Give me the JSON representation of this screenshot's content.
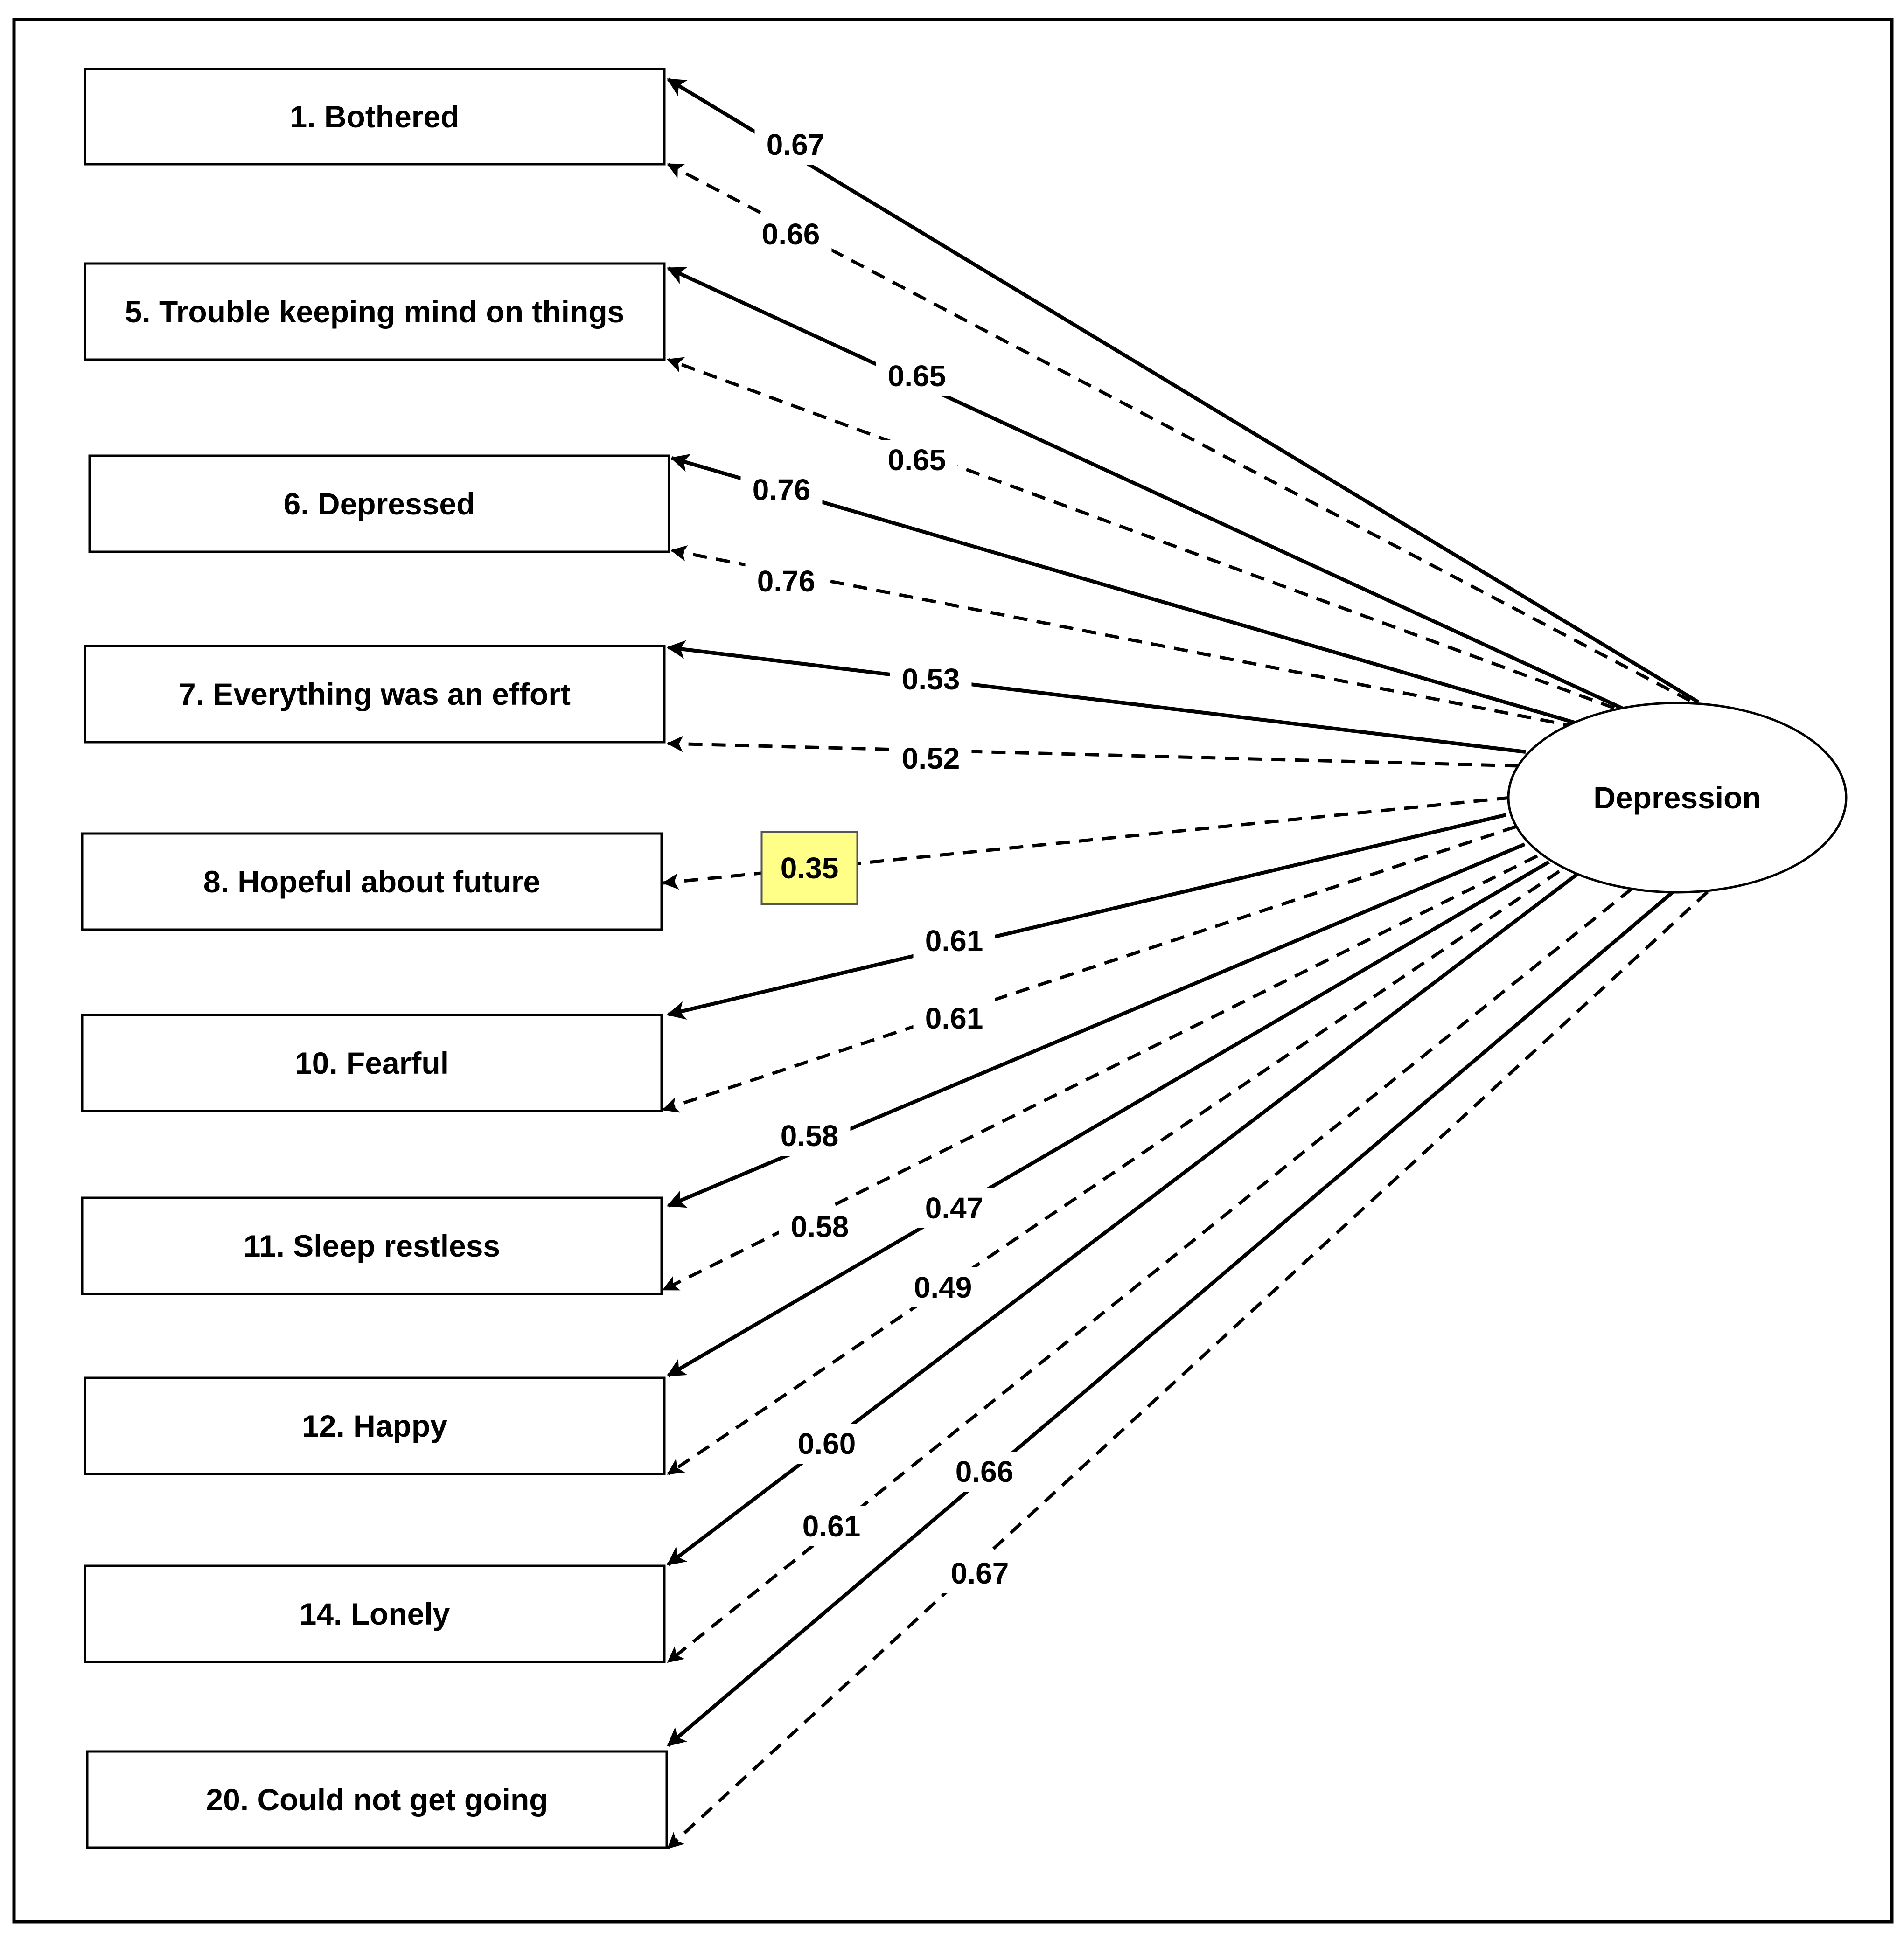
{
  "latent": {
    "label": "Depression"
  },
  "items": [
    {
      "label": "1. Bothered",
      "solid": "0.67",
      "dashed": "0.66"
    },
    {
      "label": "5. Trouble keeping mind on things",
      "solid": "0.65",
      "dashed": "0.65"
    },
    {
      "label": "6. Depressed",
      "solid": "0.76",
      "dashed": "0.76"
    },
    {
      "label": "7. Everything was an effort",
      "solid": "0.53",
      "dashed": "0.52"
    },
    {
      "label": "8. Hopeful about future",
      "solid": null,
      "dashed": "0.35",
      "dashed_highlight": true
    },
    {
      "label": "10. Fearful",
      "solid": "0.61",
      "dashed": "0.61"
    },
    {
      "label": "11. Sleep restless",
      "solid": "0.58",
      "dashed": "0.58"
    },
    {
      "label": "12. Happy",
      "solid": "0.47",
      "dashed": "0.49"
    },
    {
      "label": "14. Lonely",
      "solid": "0.60",
      "dashed": "0.61"
    },
    {
      "label": "20. Could not get going",
      "solid": "0.66",
      "dashed": "0.67"
    }
  ],
  "colors": {
    "highlight": "#ffff88",
    "line": "#000000"
  }
}
